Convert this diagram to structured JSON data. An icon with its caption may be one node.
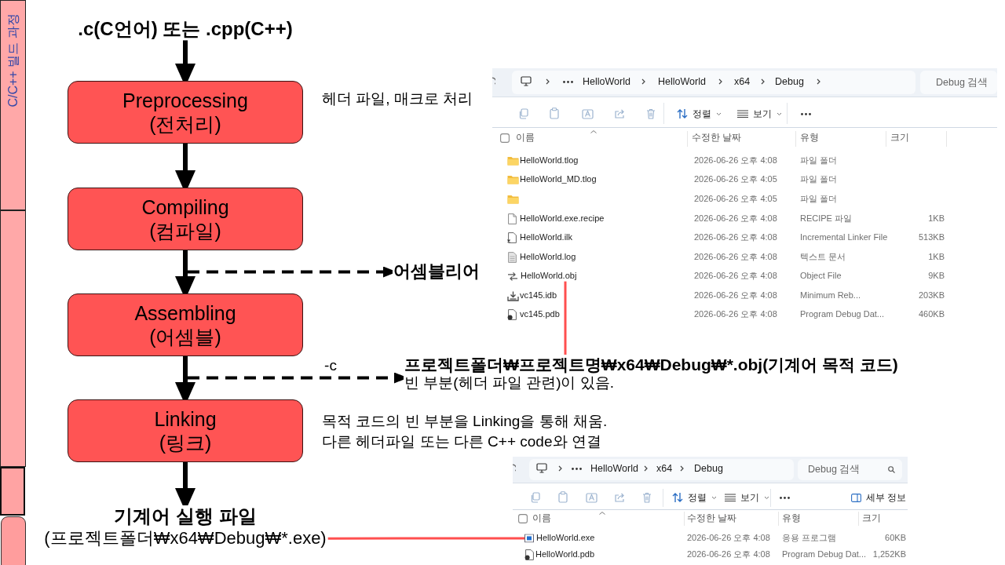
{
  "diagram": {
    "nodes": [
      {
        "text": [
          "C/C++ 빌드 과정"
        ]
      },
      {
        "text": [],
        "shape": "box"
      },
      {
        "text": [],
        "shape": "box"
      },
      {
        "text": [],
        "shape": "box"
      },
      {
        "text": [
          ".c(C언어) 또는 .cpp(C++)"
        ]
      },
      {
        "text": [
          "Preprocessing (전처리)"
        ],
        "beside": [
          "헤더 파일, 매크로 처리"
        ]
      },
      {
        "text": [
          "Compiling (컴파일)"
        ]
      },
      {
        "text": [
          "Assembling (어셈블)"
        ]
      },
      {
        "text": [
          "Linking (링크)"
        ],
        "beside": [
          "목적 코드의 빈 부분을 Linking을 통해 채움.",
          "다른 헤더파일 또는 다른 C++ code와 연결"
        ]
      },
      {
        "text": [
          "기계어 실행 파일",
          "(프로젝트폴더₩x64₩Debug₩*.exe)"
        ]
      },
      {
        "text": [
          "어셈블리어"
        ]
      },
      {
        "text": [
          "프로젝트폴더₩프로젝트명₩x64₩Debug₩*.obj(기계어 목적 코드)",
          "빈 부분(헤더 파일 관련)이 있음."
        ]
      },
      {
        "text": [
          "HelloWorld",
          "HelloWorld",
          "x64",
          "Debug",
          "Debug 검색",
          "정렬",
          "보기",
          "이름",
          "수정한 날짜",
          "유형",
          "크기",
          "HelloWorld.tlog",
          "2026-06-26 오후 4:08",
          "파일 폴더",
          "HelloWorld_MD.tlog",
          "2026-06-26 오후 4:05",
          "파일 폴더",
          "2026-06-26 오후 4:05",
          "파일 폴더",
          "HelloWorld.exe.recipe",
          "2026-06-26 오후 4:08",
          "RECIPE 파일",
          "1KB",
          "HelloWorld.ilk",
          "2026-06-26 오후 4:08",
          "Incremental Linker File",
          "513KB",
          "HelloWorld.log",
          "2026-06-26 오후 4:08",
          "텍스트 문서",
          "1KB",
          "2026-06-26 오후 4:08",
          "Object File",
          "9KB",
          "vc145.idb",
          "2026-06-26 오후 4:08",
          "Minimum Reb...",
          "203KB",
          "vc145.pdb",
          "2026-06-26 오후 4:08",
          "Program Debug Dat...",
          "460KB"
        ]
      },
      {
        "text": [
          "HelloWorld.obj"
        ],
        "in": 12
      },
      {
        "text": [
          "HelloWorld",
          "x64",
          "Debug",
          "Debug 검색",
          "정렬",
          "보기",
          "세부 정보",
          "이름",
          "수정한 날짜",
          "유형",
          "크기",
          "2026-06-26 오후 4:08",
          "응용 프로그램",
          "60KB",
          "HelloWorld.pdb",
          "2026-06-26 오후 4:08",
          "Program Debug Dat...",
          "1,252KB"
        ]
      },
      {
        "text": [
          "HelloWorld.exe"
        ],
        "in": 14
      }
    ],
    "edges": [
      {
        "from": 4,
        "to": 5,
        "arrow": "to"
      },
      {
        "from": 5,
        "to": 6,
        "arrow": "to"
      },
      {
        "from": 6,
        "to": 7,
        "arrow": "to"
      },
      {
        "from": 7,
        "to": 8,
        "arrow": "to"
      },
      {
        "from": 8,
        "to": 9,
        "arrow": "to"
      },
      {
        "from": null,
        "to": 10,
        "arrow": "to",
        "style": "dashed"
      },
      {
        "from": null,
        "to": 11,
        "arrow": "to",
        "style": "dashed",
        "label": "-c"
      },
      {
        "from": 11,
        "to": 13,
        "arrow": "none",
        "color": "#ff4f4f"
      },
      {
        "from": 9,
        "to": 15,
        "arrow": "none",
        "color": "#ff4f4f"
      }
    ]
  }
}
